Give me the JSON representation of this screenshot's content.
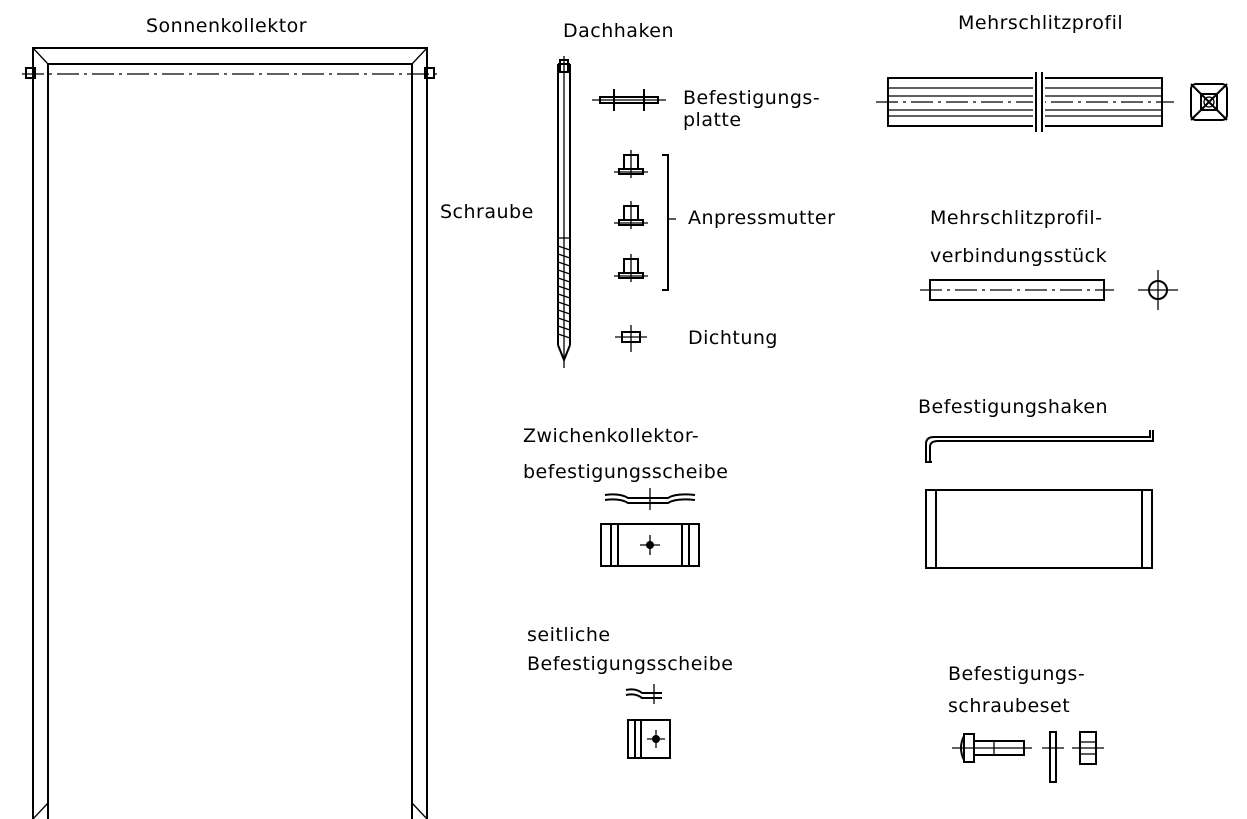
{
  "labels": {
    "sonnenkollektor": "Sonnenkollektor",
    "dachhaken": "Dachhaken",
    "mehrschlitzprofil": "Mehrschlitzprofil",
    "befestigungsplatte_1": "Befestigungs-",
    "befestigungsplatte_2": "platte",
    "schraube": "Schraube",
    "anpressmutter": "Anpressmutter",
    "dichtung": "Dichtung",
    "verbindungsstueck_1": "Mehrschlitzprofil-",
    "verbindungsstueck_2": "verbindungsstück",
    "befestigungshaken": "Befestigungshaken",
    "zwischen_1": "Zwichenkollektor-",
    "zwischen_2": "befestigungsscheibe",
    "seitliche_1": "seitliche",
    "seitliche_2": "Befestigungsscheibe",
    "schraubset_1": "Befestigungs-",
    "schraubset_2": "schraubeset"
  }
}
